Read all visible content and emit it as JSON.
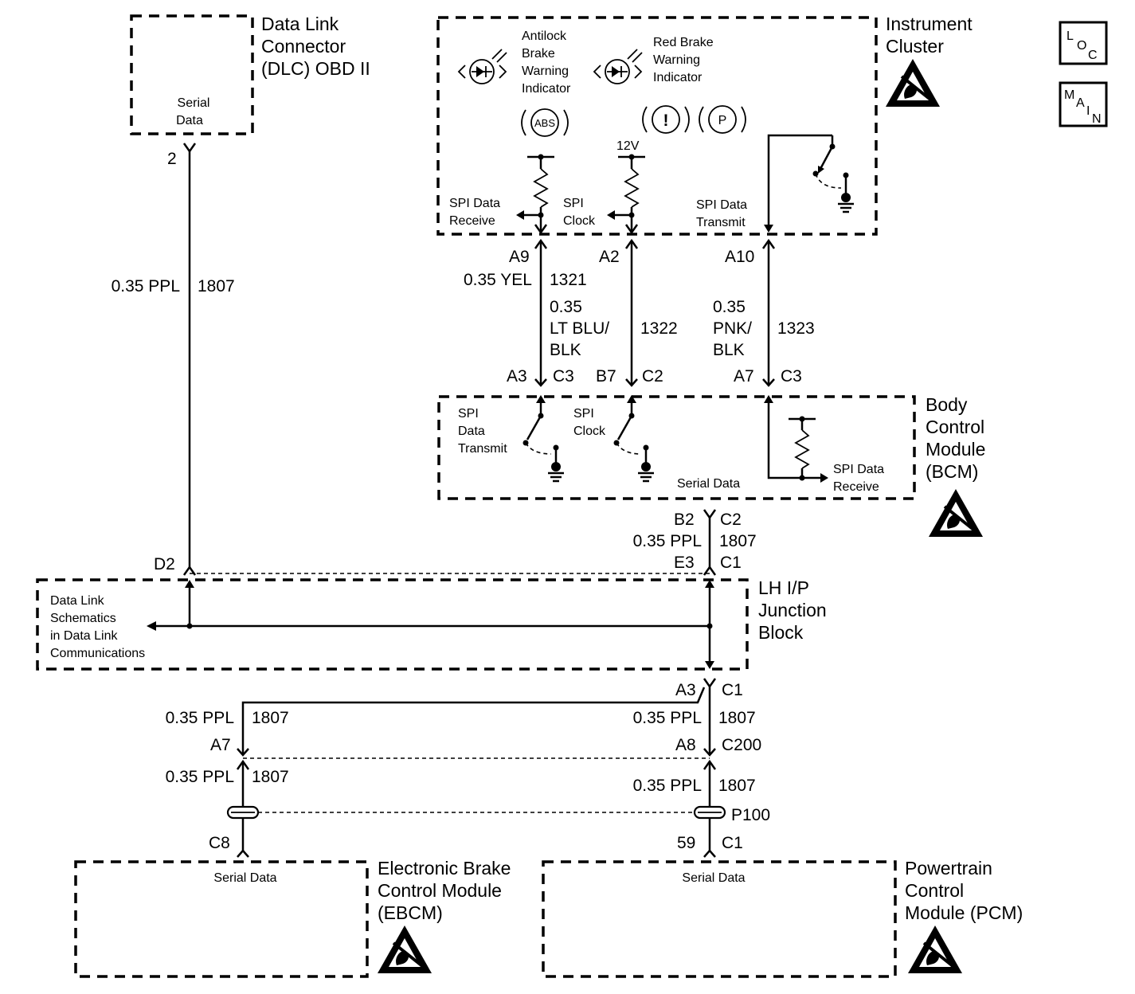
{
  "modules": {
    "dlc": {
      "title": [
        "Data Link",
        "Connector",
        "(DLC) OBD II"
      ],
      "inner": [
        "Serial",
        "Data"
      ]
    },
    "ic": {
      "title": [
        "Instrument",
        "Cluster"
      ]
    },
    "bcm": {
      "title": [
        "Body",
        "Control",
        "Module",
        "(BCM)"
      ],
      "serial": "Serial Data"
    },
    "jb": {
      "title": [
        "LH I/P",
        "Junction",
        "Block"
      ],
      "note": [
        "Data Link",
        "Schematics",
        "in Data Link",
        "Communications"
      ]
    },
    "ebcm": {
      "title": [
        "Electronic Brake",
        "Control Module",
        "(EBCM)"
      ],
      "serial": "Serial Data"
    },
    "pcm": {
      "title": [
        "Powertrain",
        "Control",
        "Module (PCM)"
      ],
      "serial": "Serial Data"
    }
  },
  "indicators": {
    "abs": {
      "label": [
        "Antilock",
        "Brake",
        "Warning",
        "Indicator"
      ],
      "symbol": "ABS"
    },
    "red": {
      "label": [
        "Red Brake",
        "Warning",
        "Indicator"
      ],
      "symbol_p": "P",
      "symbol_excl": "!"
    }
  },
  "ic_labels": {
    "spi_receive": [
      "SPI Data",
      "Receive"
    ],
    "spi_clock": [
      "SPI",
      "Clock"
    ],
    "spi_transmit": [
      "SPI Data",
      "Transmit"
    ],
    "v12": "12V"
  },
  "bcm_labels": {
    "spi_transmit": [
      "SPI",
      "Data",
      "Transmit"
    ],
    "spi_clock": [
      "SPI",
      "Clock"
    ],
    "spi_receive": [
      "SPI Data",
      "Receive"
    ]
  },
  "pins": {
    "dlc_2": "2",
    "jb_d2": "D2",
    "ic_a9": "A9",
    "ic_a2": "A2",
    "ic_a10": "A10",
    "bcm_a3": "A3",
    "bcm_c3a": "C3",
    "bcm_b7": "B7",
    "bcm_c2a": "C2",
    "bcm_a7": "A7",
    "bcm_c3b": "C3",
    "bcm_b2": "B2",
    "bcm_c2b": "C2",
    "jb_e3": "E3",
    "jb_c1a": "C1",
    "jb_a3": "A3",
    "jb_c1b": "C1",
    "a7": "A7",
    "a8": "A8",
    "c200": "C200",
    "p100": "P100",
    "c8": "C8",
    "pcm_59": "59",
    "pcm_c1": "C1"
  },
  "wires": {
    "dlc_color": "0.35 PPL",
    "dlc_circuit": "1807",
    "w1321_color": "0.35 YEL",
    "w1321_circuit": "1321",
    "w1322_color": [
      "0.35",
      "LT BLU/",
      "BLK"
    ],
    "w1322_circuit": "1322",
    "w1323_color": [
      "0.35",
      "PNK/",
      "BLK"
    ],
    "w1323_circuit": "1323",
    "bcm_out_color": "0.35 PPL",
    "bcm_out_circuit": "1807",
    "left_upper_color": "0.35 PPL",
    "left_upper_circuit": "1807",
    "right_upper_color": "0.35 PPL",
    "right_upper_circuit": "1807",
    "left_lower_color": "0.35 PPL",
    "left_lower_circuit": "1807",
    "right_lower_color": "0.35 PPL",
    "right_lower_circuit": "1807"
  },
  "side_icons": {
    "loc": [
      "L",
      "O",
      "C"
    ],
    "main": [
      "M",
      "A",
      "I",
      "N"
    ]
  }
}
